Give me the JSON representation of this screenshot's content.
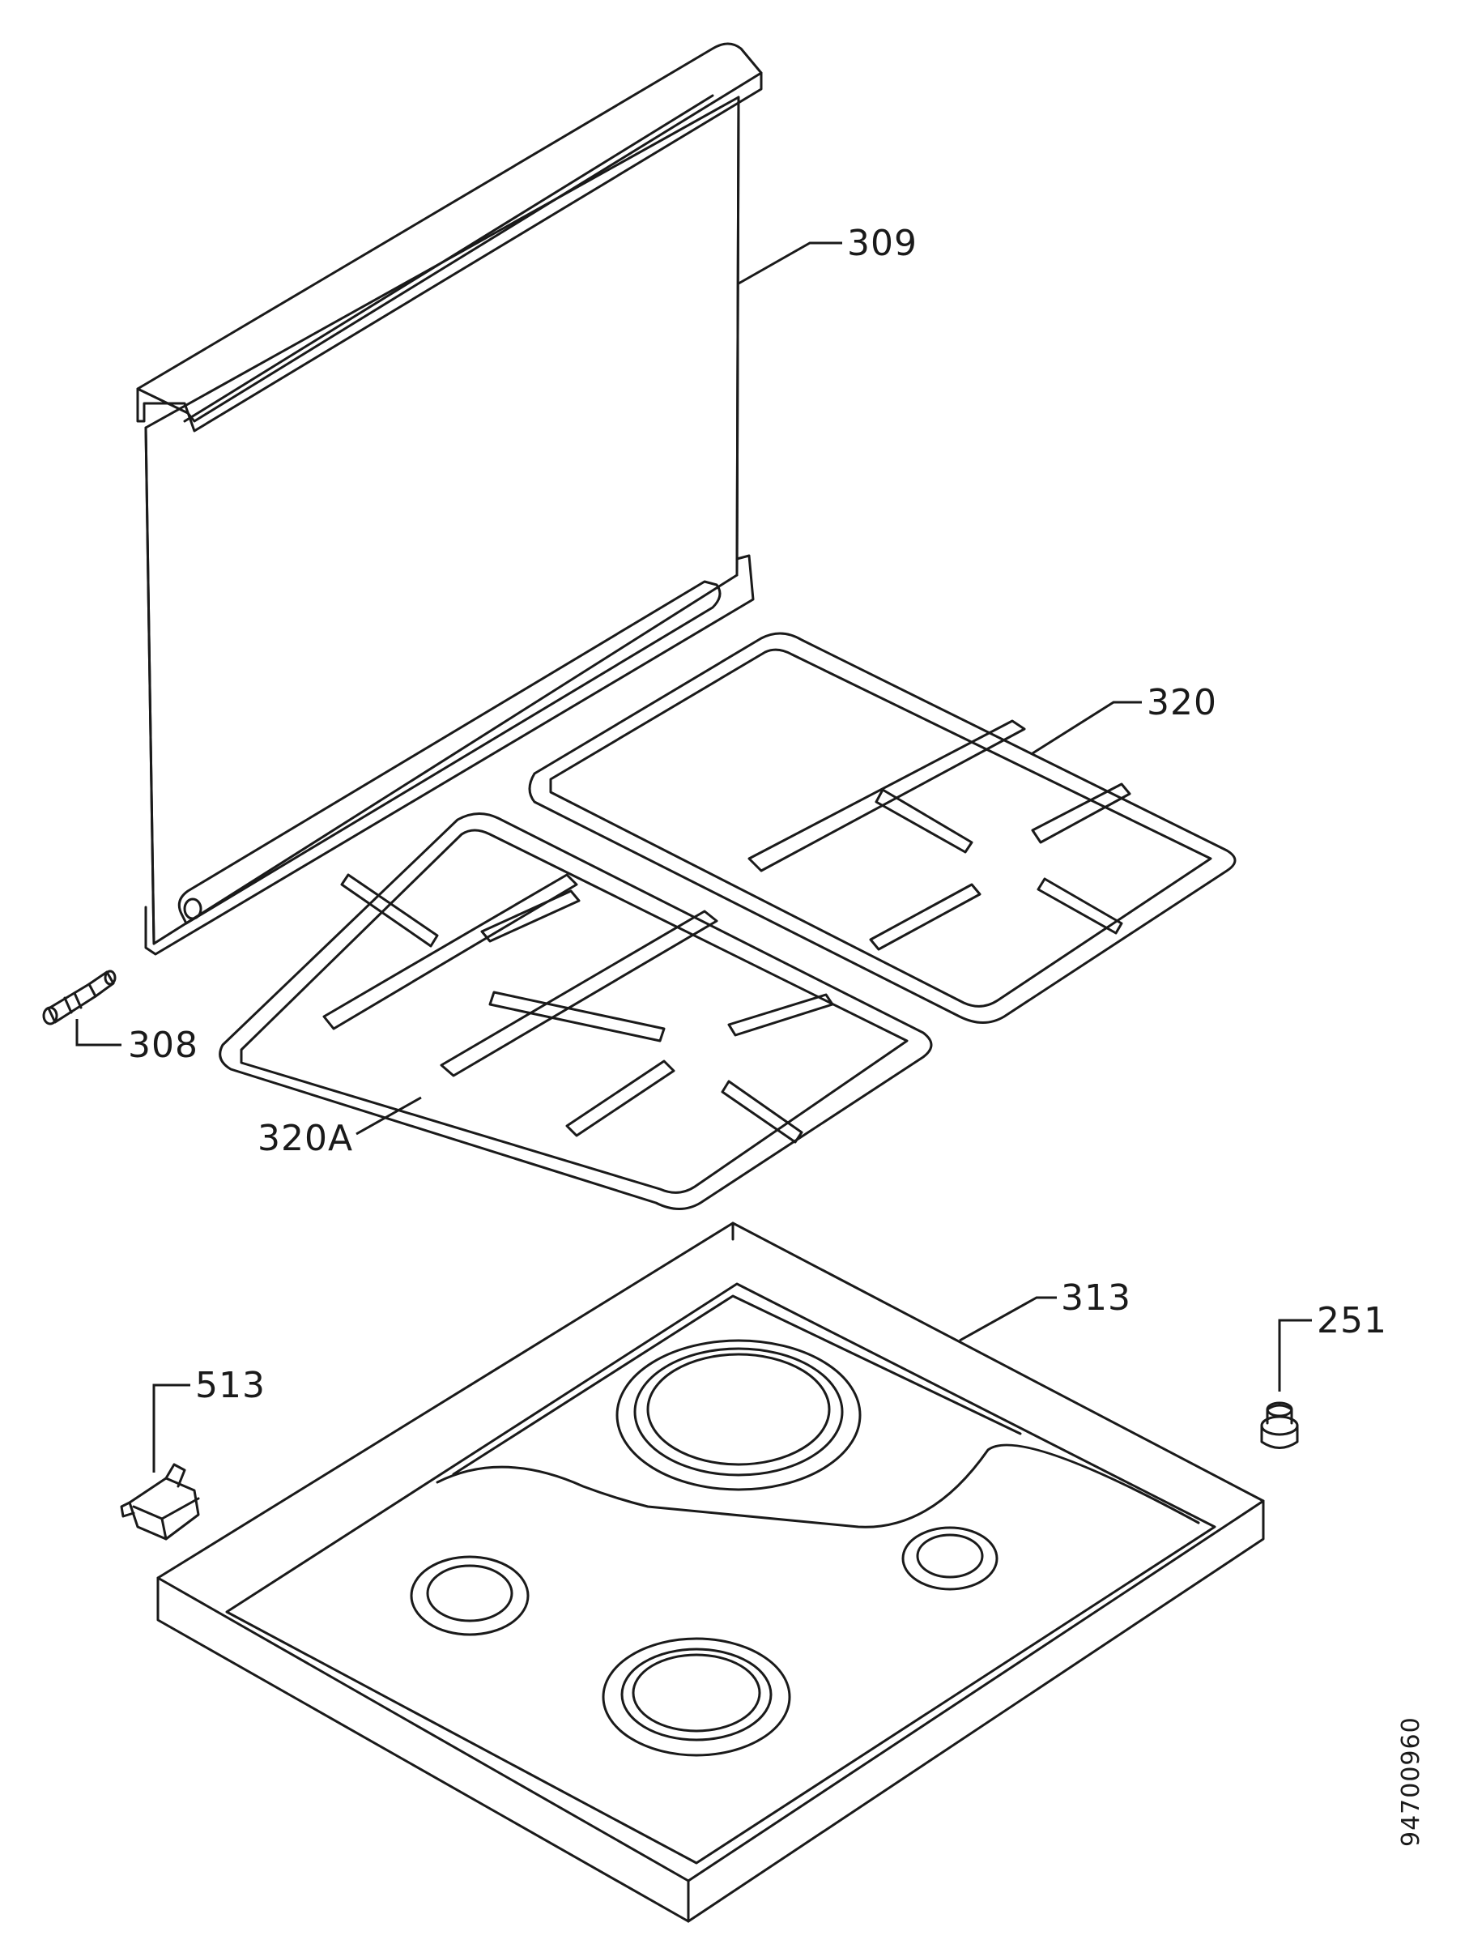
{
  "diagram": {
    "drawing_number": "94700960",
    "parts": [
      {
        "id": "glass-lid",
        "callout": "309"
      },
      {
        "id": "right-pan-support",
        "callout": "320"
      },
      {
        "id": "hinge-pin",
        "callout": "308"
      },
      {
        "id": "left-pan-support",
        "callout": "320A"
      },
      {
        "id": "hob-top-plate",
        "callout": "313"
      },
      {
        "id": "rubber-foot",
        "callout": "251"
      },
      {
        "id": "hinge-bracket",
        "callout": "513"
      }
    ]
  }
}
